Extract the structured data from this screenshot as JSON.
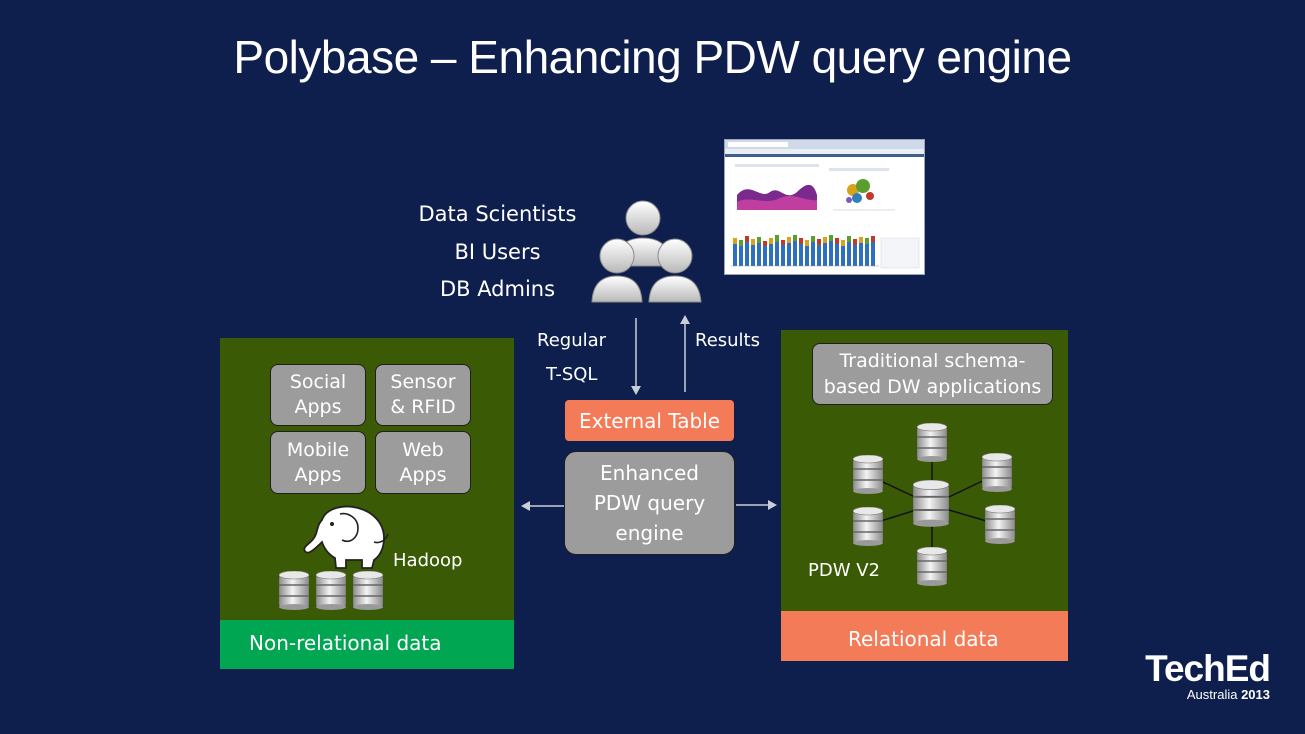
{
  "slide": {
    "title": "Polybase – Enhancing PDW query engine"
  },
  "users": {
    "roles": [
      "Data Scientists",
      "BI Users",
      "DB Admins"
    ],
    "icon": "users-group-icon"
  },
  "flow": {
    "query_label_line1": "Regular",
    "query_label_line2": "T-SQL",
    "results_label": "Results"
  },
  "center": {
    "external_table": "External Table",
    "engine_line1": "Enhanced",
    "engine_line2": "PDW query",
    "engine_line3": "engine"
  },
  "left_panel": {
    "chips": [
      {
        "line1": "Social",
        "line2": "Apps"
      },
      {
        "line1": "Sensor",
        "line2": "& RFID"
      },
      {
        "line1": "Mobile",
        "line2": "Apps"
      },
      {
        "line1": "Web",
        "line2": "Apps"
      }
    ],
    "hadoop_label": "Hadoop",
    "footer": "Non-relational data",
    "footer_color": "#00a651"
  },
  "right_panel": {
    "chip_line1": "Traditional schema-",
    "chip_line2": "based DW applications",
    "pdw_label": "PDW V2",
    "footer": "Relational data",
    "footer_color": "#f47b58"
  },
  "branding": {
    "logo_main": "TechEd",
    "logo_sub_light": "Australia",
    "logo_sub_bold": "2013"
  },
  "colors": {
    "background": "#0e1f4d",
    "panel": "#3b5a06",
    "chip": "#9c9c9c",
    "external_table": "#f47b58"
  }
}
